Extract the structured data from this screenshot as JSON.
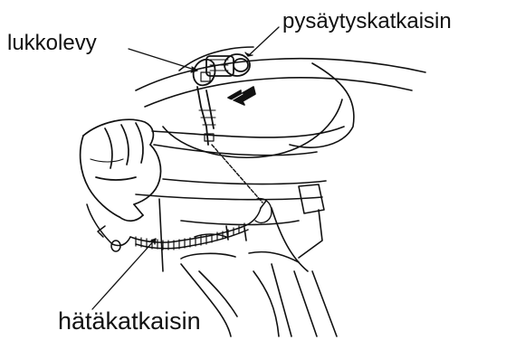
{
  "labels": {
    "lock_plate": "lukkolevy",
    "stop_switch": "pysäytyskatkaisin",
    "emergency_switch": "hätäkatkaisin"
  },
  "colors": {
    "ink": "#111111",
    "background": "#ffffff"
  },
  "icons": {
    "lock_plate": "lock-plate-clip",
    "stop_switch": "stop-switch-button",
    "hand": "hand-holding-clip",
    "lanyard": "coiled-lanyard-cord"
  }
}
